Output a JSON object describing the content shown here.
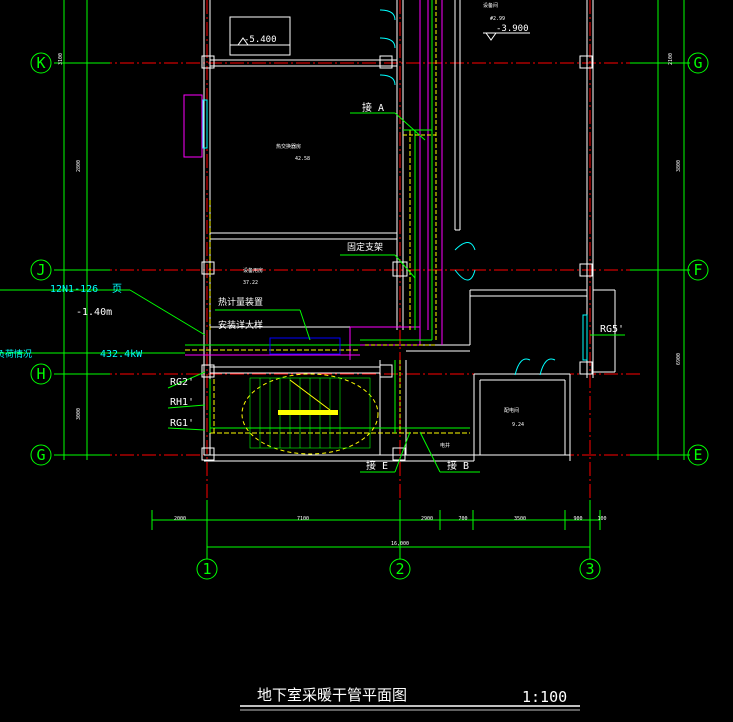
{
  "drawing": {
    "title": "地下室采暖干管平面图",
    "scale": "1:100"
  },
  "axes": {
    "rows": {
      "K": "K",
      "J": "J",
      "H": "H",
      "G": "G"
    },
    "rows_right": {
      "G": "G",
      "F": "F",
      "E": "E"
    },
    "cols": {
      "c1": "1",
      "c2": "2",
      "c3": "3"
    }
  },
  "labels": {
    "elev_top": "-5.400",
    "elev_right": "-3.900",
    "elev_right_small": "#2.99",
    "room_top_right": "设备间",
    "room_center": "热交换器房",
    "room_center_area": "42.58",
    "room_mid": "设备用房",
    "room_mid_area": "37.22",
    "room_br": "配电间",
    "room_br_area": "9.24",
    "jie_a": "接 A",
    "fixed_bracket": "固定支架",
    "spec": "12N1-126",
    "spec_page": "页",
    "height": "-1.40m",
    "meter_device": "热计量装置",
    "install": "安装详大样",
    "load_prefix": "负荷情况",
    "load": "432.4kW",
    "rg2": "RG2'",
    "rh1": "RH1'",
    "rg1": "RG1'",
    "rg5": "RG5'",
    "jie_e": "接 E",
    "jie_b": "接 B",
    "diangui": "电井"
  },
  "dims": {
    "d1": "2000",
    "d2": "7100",
    "d3": "2900",
    "d4": "700",
    "d5": "3500",
    "d6": "900",
    "d7": "100",
    "total": "16,000",
    "v1": "3100",
    "v2": "2800",
    "v3": "3000",
    "vr1": "2100",
    "vr2": "3800",
    "vr3": "6900",
    "m1": "3000"
  },
  "colors": {
    "grid": "#00ff00",
    "centerline": "#ff0000",
    "wall": "#ffffff",
    "accent": "#ff00ff",
    "yellow": "#ffff00",
    "cyan": "#00ffff",
    "blue": "#0000ff"
  }
}
